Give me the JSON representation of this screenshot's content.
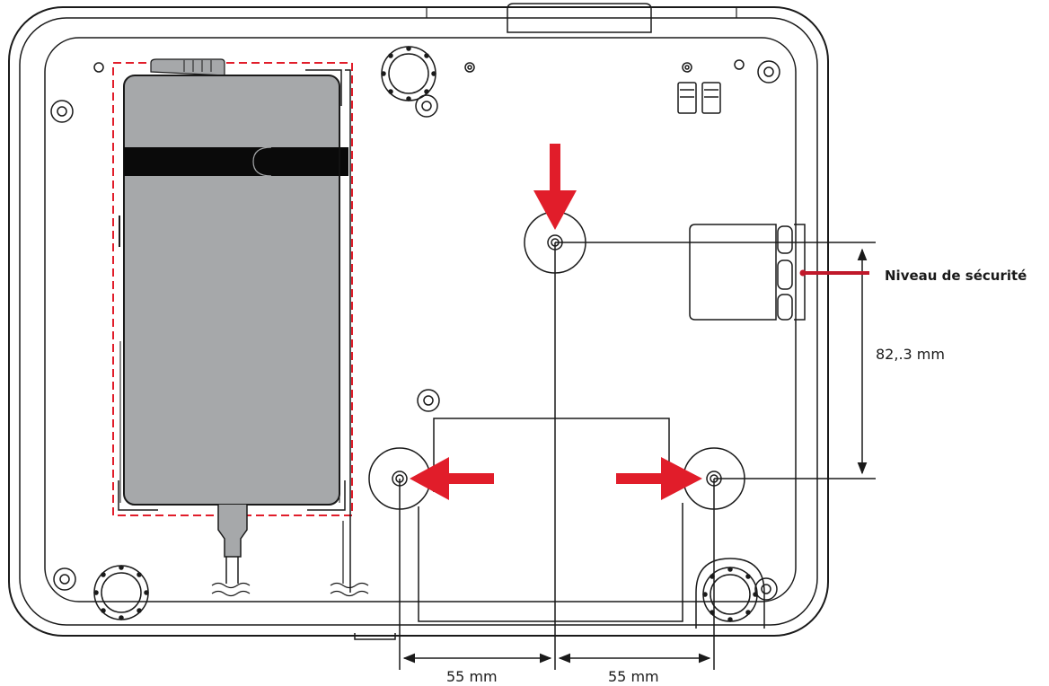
{
  "labels": {
    "safety_level": "Niveau de sécurité",
    "mount_depth": "82,.3 mm",
    "spacing_left": "55 mm",
    "spacing_right": "55 mm"
  },
  "colors": {
    "arrow_red": "#e11d2a",
    "adapter_gray": "#a6a8aa",
    "outline": "#1a1a1a"
  }
}
